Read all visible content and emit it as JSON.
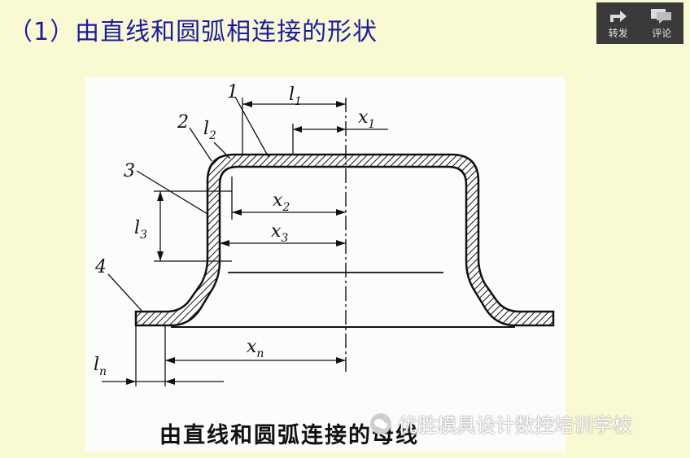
{
  "header": {
    "title": "（1）由直线和圆弧相连接的形状"
  },
  "share_bar": {
    "forward_label": "转发",
    "comment_label": "评论"
  },
  "figure": {
    "labels": {
      "part1": "1",
      "part2": "2",
      "part3": "3",
      "part4": "4",
      "l1": "l",
      "l1_sub": "1",
      "l2": "l",
      "l2_sub": "2",
      "l3": "l",
      "l3_sub": "3",
      "ln": "l",
      "ln_sub": "n",
      "x1": "x",
      "x1_sub": "1",
      "x2": "x",
      "x2_sub": "2",
      "x3": "x",
      "x3_sub": "3",
      "xn": "x",
      "xn_sub": "n"
    },
    "caption": "由直线和圆弧连接的母线"
  },
  "watermark": {
    "text": "优胜模具设计数控培训学校"
  },
  "colors": {
    "background": "#fafad2",
    "title": "#1a1aa6",
    "share_bar": "#3a3a3a"
  }
}
